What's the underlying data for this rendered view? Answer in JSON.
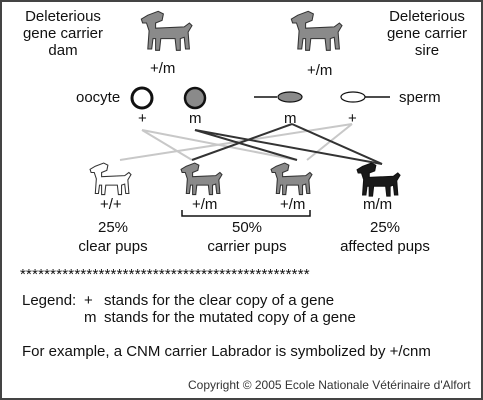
{
  "parents": {
    "dam": {
      "label_line1": "Deleterious",
      "label_line2": "gene carrier",
      "label_line3": "dam",
      "genotype": "+/m"
    },
    "sire": {
      "label_line1": "Deleterious",
      "label_line2": "gene carrier",
      "label_line3": "sire",
      "genotype": "+/m"
    }
  },
  "gametes": {
    "oocyte_label": "oocyte",
    "sperm_label": "sperm",
    "alleles": [
      "+",
      "m",
      "m",
      "+"
    ]
  },
  "offspring": [
    {
      "genotype": "+/+",
      "color": "#ffffff"
    },
    {
      "genotype": "+/m",
      "color": "#8a8a8a"
    },
    {
      "genotype": "+/m",
      "color": "#8a8a8a"
    },
    {
      "genotype": "m/m",
      "color": "#1a1a1a"
    }
  ],
  "outcomes": {
    "clear": {
      "percent": "25%",
      "label": "clear pups"
    },
    "carrier": {
      "percent": "50%",
      "label": "carrier pups"
    },
    "affected": {
      "percent": "25%",
      "label": "affected pups"
    }
  },
  "separator": "************************************************",
  "legend": {
    "prefix": "Legend:",
    "plus_symbol": "+",
    "plus_text": "stands for the clear copy of a gene",
    "m_symbol": "m",
    "m_text": "stands for the mutated copy of a gene"
  },
  "example": "For example, a CNM carrier Labrador is symbolized by +/cnm",
  "copyright": "Copyright © 2005 Ecole Nationale Vétérinaire d'Alfort",
  "colors": {
    "carrier": "#8a8a8a",
    "affected": "#1a1a1a",
    "clear": "#ffffff",
    "clear_line": "#c8c8c8",
    "mut_line": "#333333"
  }
}
